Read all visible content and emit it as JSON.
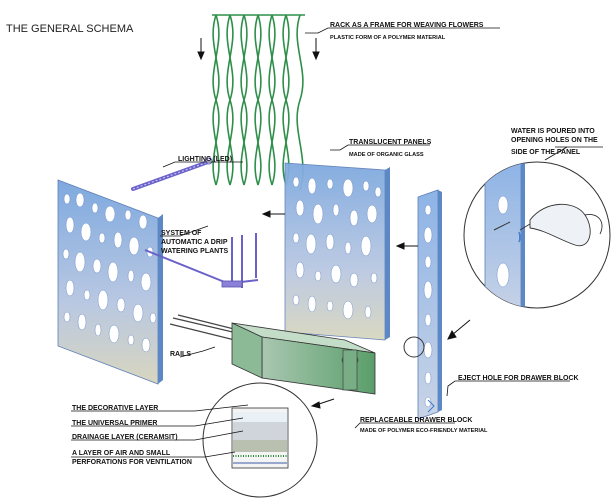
{
  "title": "THE GENERAL SCHEMA",
  "labels": {
    "rack": "RACK  AS A FRAME FOR WEAVING FLOWERS",
    "rack_sub": "PLASTIC FORM OF A POLYMER MATERIAL",
    "translucent": "TRANSLUCENT PANELS",
    "translucent_sub": "MADE OF ORGANIC GLASS",
    "water_1": "WATER IS POURED INTO",
    "water_2": "OPENING HOLES ON THE",
    "water_3": "SIDE OF THE PANEL",
    "lighting": "LIGHTING (LED)",
    "drip_1": "SYSTEM OF",
    "drip_2": "AUTOMATIC A DRIP",
    "drip_3": "WATERING PLANTS",
    "rails": "RAILS",
    "eject": "EJECT HOLE FOR DRAWER BLOCK",
    "decorative": "THE DECORATIVE LAYER",
    "primer": "THE UNIVERSAL PRIMER",
    "drainage": "DRAINAGE LAYER (CERAMSIT)",
    "air_1": "A LAYER OF AIR AND SMALL",
    "air_2": "PERFORATIONS FOR VENTILATION",
    "drawer": "REPLACEABLE DRAWER BLOCK",
    "drawer_sub": "MADE OF  POLYMER  ECO-FRIENDLY MATERIAL"
  },
  "colors": {
    "panel_top": "#7ea9df",
    "panel_bottom": "#d8d6bf",
    "rack_green": "#2f8f4a",
    "drawer_green": "#5a9e6a",
    "line": "#111111",
    "pipe": "#6b62c9"
  }
}
